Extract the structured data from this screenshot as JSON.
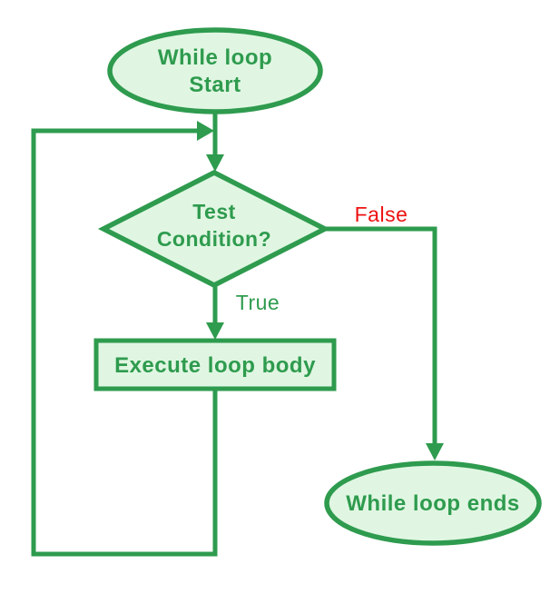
{
  "colors": {
    "line_green": "#2e9b4e",
    "fill_green": "#e0f6e2",
    "text_green": "#2e9b4e",
    "false_red": "#ed1111"
  },
  "nodes": {
    "start": {
      "type": "ellipse",
      "lines": [
        "While loop",
        "Start"
      ]
    },
    "condition": {
      "type": "diamond",
      "lines": [
        "Test",
        "Condition?"
      ]
    },
    "body": {
      "type": "rect",
      "label": "Execute loop body"
    },
    "end": {
      "type": "ellipse",
      "label": "While loop ends"
    }
  },
  "edges": {
    "true_label": "True",
    "false_label": "False"
  }
}
